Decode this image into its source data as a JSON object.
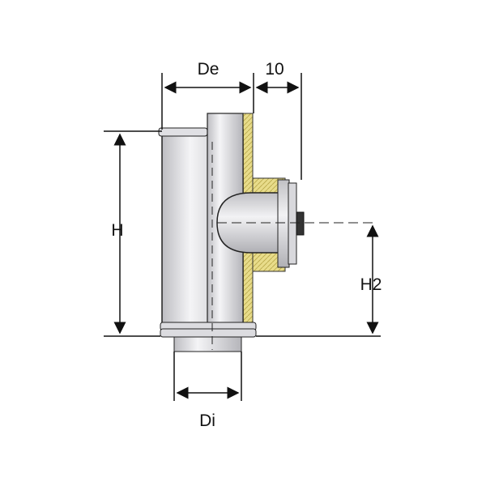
{
  "diagram": {
    "labels": {
      "outer_diameter": "De",
      "offset": "10",
      "height": "H",
      "branch_height": "H2",
      "inner_diameter": "Di"
    },
    "colors": {
      "pipe_fill": "#e6e6e8",
      "pipe_shade": "#b8b8bc",
      "insulation": "#e8dc8a",
      "line": "#111111"
    }
  }
}
